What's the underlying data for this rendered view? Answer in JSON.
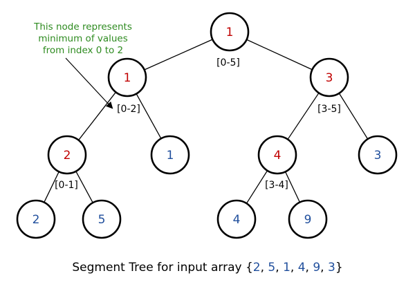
{
  "colors": {
    "internal_value": "#c00000",
    "leaf_value": "#1f4e9c",
    "annotation": "#2e8b20",
    "edge": "#000000"
  },
  "annotation": {
    "lines": [
      "This node represents",
      "minimum of values",
      "from index 0 to 2"
    ]
  },
  "tree": {
    "nodes": [
      {
        "id": "n0",
        "value": "1",
        "kind": "internal",
        "range": "[0-5]"
      },
      {
        "id": "n1",
        "value": "1",
        "kind": "internal",
        "range": "[0-2]"
      },
      {
        "id": "n2",
        "value": "3",
        "kind": "internal",
        "range": "[3-5]"
      },
      {
        "id": "n3",
        "value": "2",
        "kind": "internal",
        "range": "[0-1]"
      },
      {
        "id": "n4",
        "value": "1",
        "kind": "leaf"
      },
      {
        "id": "n5",
        "value": "4",
        "kind": "internal",
        "range": "[3-4]"
      },
      {
        "id": "n6",
        "value": "3",
        "kind": "leaf"
      },
      {
        "id": "n7",
        "value": "2",
        "kind": "leaf"
      },
      {
        "id": "n8",
        "value": "5",
        "kind": "leaf"
      },
      {
        "id": "n9",
        "value": "4",
        "kind": "leaf"
      },
      {
        "id": "n10",
        "value": "9",
        "kind": "leaf"
      }
    ],
    "edges": [
      [
        "n0",
        "n1"
      ],
      [
        "n0",
        "n2"
      ],
      [
        "n1",
        "n3"
      ],
      [
        "n1",
        "n4"
      ],
      [
        "n2",
        "n5"
      ],
      [
        "n2",
        "n6"
      ],
      [
        "n3",
        "n7"
      ],
      [
        "n3",
        "n8"
      ],
      [
        "n5",
        "n9"
      ],
      [
        "n5",
        "n10"
      ]
    ]
  },
  "caption": {
    "prefix": "Segment Tree for input array ",
    "open": "{",
    "close": "}",
    "separator": ", ",
    "values": [
      "2",
      "5",
      "1",
      "4",
      "9",
      "3"
    ]
  }
}
